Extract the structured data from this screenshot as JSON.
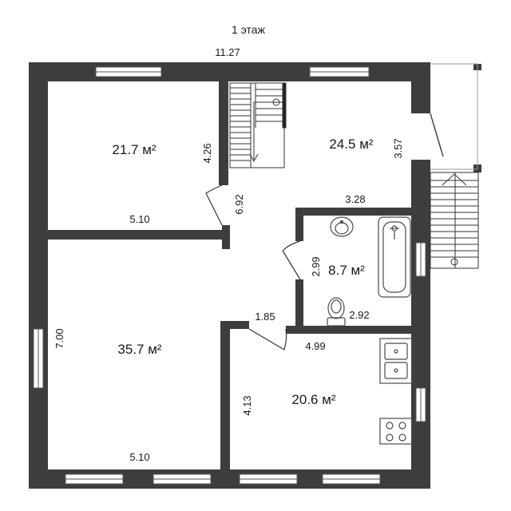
{
  "title": "1 этаж",
  "rooms": {
    "top_left": "21.7 м²",
    "top_right": "24.5 м²",
    "bathroom": "8.7 м²",
    "bottom_left": "35.7 м²",
    "bottom_right": "20.6 м²"
  },
  "dimensions": {
    "total_width": "11.27",
    "top_left_height": "4.26",
    "corridor_length": "6.92",
    "top_left_width": "5.10",
    "top_right_height": "3.57",
    "bathroom_width": "3.28",
    "bathroom_height": "2.99",
    "bathroom_bottom": "2.92",
    "door_width": "1.85",
    "bottom_left_height": "7.00",
    "bottom_left_width": "5.10",
    "bottom_right_width": "4.99",
    "bottom_right_height": "4.13"
  },
  "colors": {
    "wall": "#3d3d3f",
    "window": "#ffffff",
    "fixture": "#4a4a4a"
  }
}
